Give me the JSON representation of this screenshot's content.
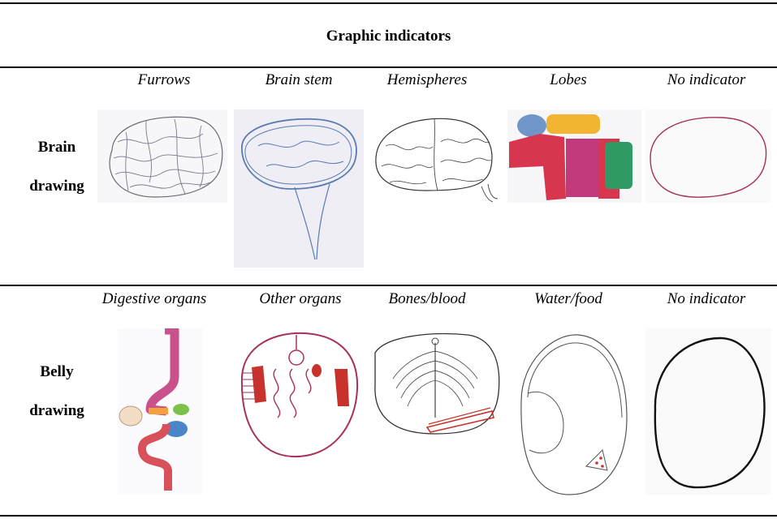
{
  "title": "Graphic indicators",
  "rows": {
    "brain": {
      "label_line1": "Brain",
      "label_line2": "drawing",
      "columns": [
        "Furrows",
        "Brain stem",
        "Hemispheres",
        "Lobes",
        "No indicator"
      ]
    },
    "belly": {
      "label_line1": "Belly",
      "label_line2": "drawing",
      "columns": [
        "Digestive organs",
        "Other organs",
        "Bones/blood",
        "Water/food",
        "No indicator"
      ]
    }
  },
  "colors": {
    "pencil": "#6a6a78",
    "blue_pen": "#5a7ab0",
    "magenta": "#a8305e",
    "red": "#c8322a",
    "green": "#2f9a64"
  }
}
